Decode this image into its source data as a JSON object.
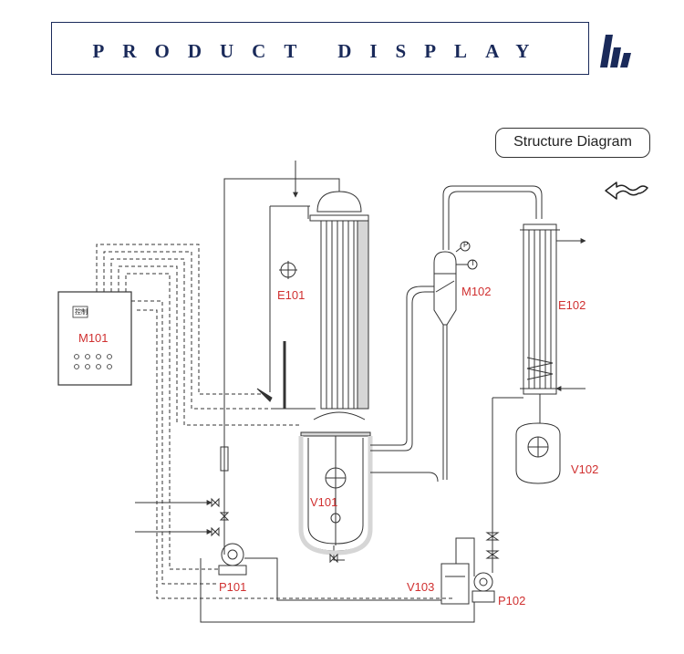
{
  "header": {
    "title": "PRODUCT DISPLAY"
  },
  "structure_button": "Structure Diagram",
  "control_panel": {
    "badge": "控制"
  },
  "components": {
    "m101": "M101",
    "e101": "E101",
    "v101": "V101",
    "p101": "P101",
    "m102": "M102",
    "e102": "E102",
    "v102": "V102",
    "v103": "V103",
    "p102": "P102"
  },
  "gauges": {
    "pressure": "P",
    "temperature": "T"
  },
  "colors": {
    "brand": "#1a2a5a",
    "label": "#d03030",
    "line": "#333333"
  },
  "icons": [
    "logo-icon",
    "back-arrow-icon"
  ]
}
